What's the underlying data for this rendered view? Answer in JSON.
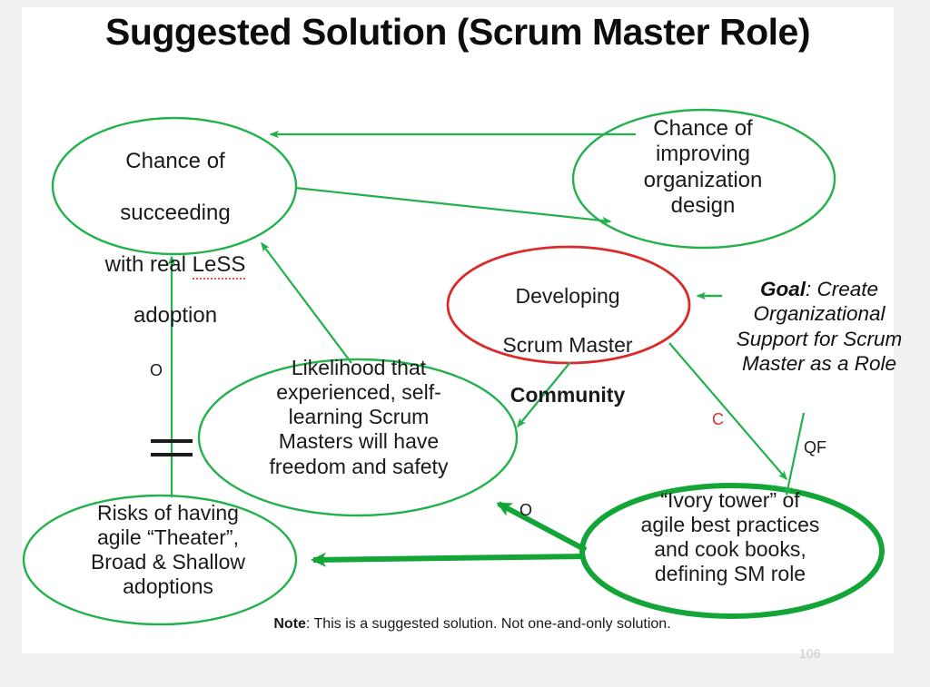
{
  "slide": {
    "title": "Suggested Solution (Scrum Master Role)",
    "page_number": "106",
    "note_prefix": "Note",
    "note_text": ": This is a suggested solution. Not one-and-only  solution."
  },
  "colors": {
    "green": "#22b14c",
    "green_dark": "#00a13a",
    "green_thick": "#13a538",
    "red": "#d92b2b",
    "goal_arrow": "#22b14c",
    "spellcheck_underline": "#e8533f",
    "text": "#1a1a1a",
    "page_background": "#f1f1f1",
    "slide_background": "#ffffff"
  },
  "nodes": [
    {
      "id": "chance-succeeding",
      "label": "Chance of\nsucceeding\nwith real LeSS\nadoption",
      "line1": "Chance of",
      "line2": "succeeding",
      "line3_pre": "with real ",
      "line3_spell": "LeSS",
      "line4": "adoption",
      "outline": "#22b14c",
      "spellcheck": true
    },
    {
      "id": "chance-improving-org-design",
      "label": "Chance of\nimproving\norganization\ndesign",
      "outline": "#22b14c"
    },
    {
      "id": "developing-scrum-master-community",
      "line1": "Developing",
      "line2": "Scrum Master",
      "line3_bold": "Community",
      "label": "Developing\nScrum Master\nCommunity",
      "outline": "#d92b2b"
    },
    {
      "id": "likelihood-freedom-safety",
      "label": "Likelihood that\nexperienced, self-\nlearning Scrum\nMasters will have\nfreedom and safety",
      "outline": "#22b14c"
    },
    {
      "id": "risks-agile-theater",
      "label": "Risks of having\nagile “Theater”,\nBroad & Shallow\nadoptions",
      "outline": "#22b14c"
    },
    {
      "id": "ivory-tower",
      "label": "“Ivory tower” of\nagile best practices\nand cook books,\ndefining SM role",
      "outline": "#13a538"
    }
  ],
  "goal": {
    "bold_word": "Goal",
    "rest": ": Create Organizational Support for Scrum Master as a Role",
    "full": "Goal: Create Organizational Support for Scrum Master as a Role"
  },
  "edge_labels": [
    {
      "id": "o-left",
      "text": "O",
      "color": "#1a1a1a"
    },
    {
      "id": "o-ivory",
      "text": "O",
      "color": "#1a1a1a"
    },
    {
      "id": "c-label",
      "text": "C",
      "color": "#e03030"
    },
    {
      "id": "qf-label",
      "text": "QF",
      "color": "#1a1a1a"
    }
  ],
  "edges": [
    {
      "from": "chance-improving-org-design",
      "to": "chance-succeeding",
      "style": "thin"
    },
    {
      "from": "chance-succeeding",
      "to": "chance-improving-org-design",
      "style": "thin"
    },
    {
      "from": "likelihood-freedom-safety",
      "to": "chance-succeeding",
      "style": "thin"
    },
    {
      "from": "risks-agile-theater",
      "to": "chance-succeeding",
      "style": "thin",
      "label": "O",
      "marker": "delay"
    },
    {
      "from": "developing-scrum-master-community",
      "to": "likelihood-freedom-safety",
      "style": "thin"
    },
    {
      "from": "developing-scrum-master-community",
      "to": "ivory-tower",
      "style": "thin",
      "label": "C"
    },
    {
      "from": "goal",
      "to": "developing-scrum-master-community",
      "style": "thin"
    },
    {
      "from": "goal",
      "to": "ivory-tower",
      "style": "thin",
      "label": "QF"
    },
    {
      "from": "ivory-tower",
      "to": "likelihood-freedom-safety",
      "style": "thick",
      "label": "O"
    },
    {
      "from": "ivory-tower",
      "to": "risks-agile-theater",
      "style": "thick"
    }
  ]
}
